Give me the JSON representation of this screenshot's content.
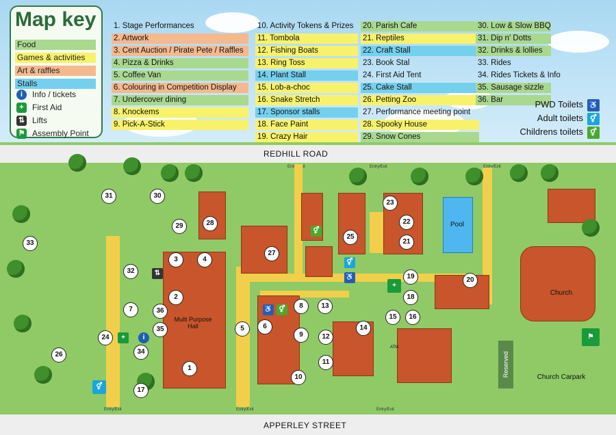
{
  "legend": {
    "title": "Map key",
    "categories": [
      {
        "label": "Food",
        "color": "#a9d88f"
      },
      {
        "label": "Games & activities",
        "color": "#f8f26a"
      },
      {
        "label": "Art & raffles",
        "color": "#f5b98e"
      },
      {
        "label": "Stalls",
        "color": "#74d0ee"
      }
    ],
    "symbols": [
      {
        "label": "Info / tickets",
        "icon": "info-icon"
      },
      {
        "label": "First Aid",
        "icon": "first-aid-icon"
      },
      {
        "label": "Lifts",
        "icon": "lift-icon"
      },
      {
        "label": "Assembly Point",
        "icon": "assembly-point-icon"
      }
    ]
  },
  "key_items": [
    {
      "label": "1. Stage Performances",
      "cat": "none"
    },
    {
      "label": "2. Artwork",
      "cat": "art"
    },
    {
      "label": "3. Cent Auction / Pirate Pete / Raffles",
      "cat": "art"
    },
    {
      "label": "4. Pizza & Drinks",
      "cat": "food"
    },
    {
      "label": "5. Coffee Van",
      "cat": "food"
    },
    {
      "label": "6. Colouring in Competition Display",
      "cat": "art"
    },
    {
      "label": "7. Undercover dining",
      "cat": "food"
    },
    {
      "label": "8. Knockems",
      "cat": "games"
    },
    {
      "label": "9. Pick-A-Stick",
      "cat": "games"
    },
    {
      "label": "10. Activity Tokens & Prizes",
      "cat": "none"
    },
    {
      "label": "11. Tombola",
      "cat": "games"
    },
    {
      "label": "12. Fishing Boats",
      "cat": "games"
    },
    {
      "label": "13. Ring Toss",
      "cat": "games"
    },
    {
      "label": "14. Plant Stall",
      "cat": "stalls"
    },
    {
      "label": "15. Lob-a-choc",
      "cat": "games"
    },
    {
      "label": "16. Snake Stretch",
      "cat": "games"
    },
    {
      "label": "17. Sponsor stalls",
      "cat": "stalls"
    },
    {
      "label": "18. Face Paint",
      "cat": "games"
    },
    {
      "label": "19. Crazy Hair",
      "cat": "games"
    },
    {
      "label": "20. Parish Cafe",
      "cat": "food"
    },
    {
      "label": "21. Reptiles",
      "cat": "games"
    },
    {
      "label": "22. Craft Stall",
      "cat": "stalls"
    },
    {
      "label": "23. Book Stal",
      "cat": "none"
    },
    {
      "label": "24. First Aid Tent",
      "cat": "none"
    },
    {
      "label": "25. Cake Stall",
      "cat": "stalls"
    },
    {
      "label": "26. Petting Zoo",
      "cat": "games"
    },
    {
      "label": "27. Performance meeting point",
      "cat": "none"
    },
    {
      "label": "28. Spooky House",
      "cat": "games"
    },
    {
      "label": "29. Snow Cones",
      "cat": "food"
    },
    {
      "label": "30. Low & Slow BBQ",
      "cat": "food"
    },
    {
      "label": "31. Dip n' Dotts",
      "cat": "food"
    },
    {
      "label": "32. Drinks & lollies",
      "cat": "food"
    },
    {
      "label": "33. Rides",
      "cat": "none"
    },
    {
      "label": "34. Rides Tickets & Info",
      "cat": "none"
    },
    {
      "label": "35. Sausage sizzle",
      "cat": "food"
    },
    {
      "label": "36. Bar",
      "cat": "food"
    }
  ],
  "toilets": [
    {
      "label": "PWD Toilets",
      "icon": "wheelchair-icon",
      "color": "#2a5fa8"
    },
    {
      "label": "Adult toilets",
      "icon": "adult-toilet-icon",
      "color": "#1aa6dc"
    },
    {
      "label": "Childrens toilets",
      "icon": "child-toilet-icon",
      "color": "#4aa92d"
    }
  ],
  "map": {
    "road_top": "REDHILL ROAD",
    "road_bottom": "APPERLEY STREET",
    "entry_label": "Entry/Exit",
    "multi_purpose_hall": "Multi Purpose Hall",
    "pool": "Pool",
    "church": "Church",
    "church_carpark": "Church Carpark",
    "reserved": "Reserved",
    "atm": "ATM",
    "markers": [
      "1",
      "2",
      "3",
      "4",
      "5",
      "6",
      "7",
      "8",
      "9",
      "10",
      "11",
      "12",
      "13",
      "14",
      "15",
      "16",
      "17",
      "18",
      "19",
      "20",
      "21",
      "22",
      "23",
      "24",
      "25",
      "26",
      "27",
      "28",
      "29",
      "30",
      "31",
      "32",
      "33",
      "34",
      "35",
      "36"
    ]
  },
  "colors": {
    "food": "#a9d88f",
    "games": "#f8f26a",
    "art": "#f5b98e",
    "stalls": "#74d0ee",
    "roof": "#c8552b",
    "path": "#f2cf4a",
    "grass": "#8fca66"
  }
}
